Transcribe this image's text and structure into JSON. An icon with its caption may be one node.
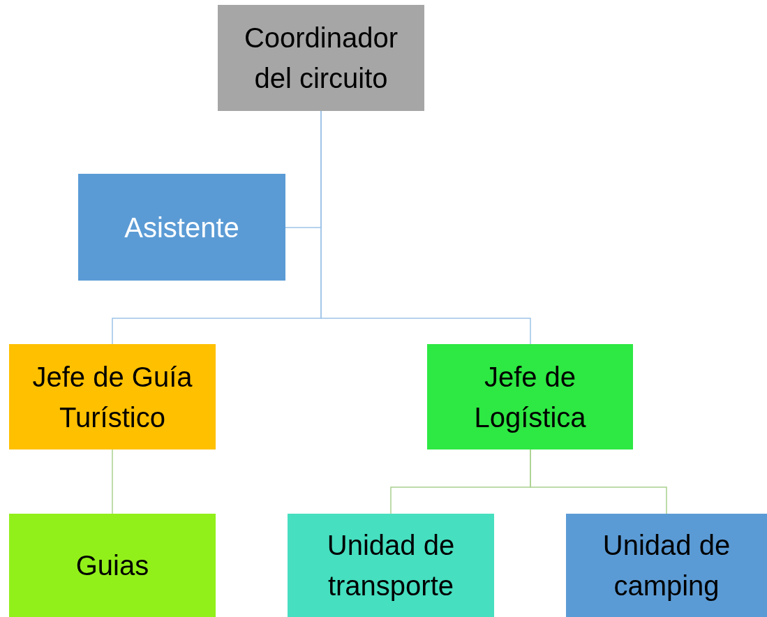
{
  "diagram": {
    "nodes": [
      {
        "text": [
          "Coordinador del circuito"
        ]
      },
      {
        "text": [
          "Asistente"
        ]
      },
      {
        "text": [
          "Jefe de Guía Turístico"
        ]
      },
      {
        "text": [
          "Jefe de Logística"
        ]
      },
      {
        "text": [
          "Guias"
        ]
      },
      {
        "text": [
          "Unidad de transporte"
        ]
      },
      {
        "text": [
          "Unidad de camping"
        ]
      }
    ],
    "edges": [
      {
        "from": 0,
        "to": 1,
        "arrow": "none"
      },
      {
        "from": 0,
        "to": 2,
        "arrow": "none"
      },
      {
        "from": 0,
        "to": 3,
        "arrow": "none"
      },
      {
        "from": 2,
        "to": 4,
        "arrow": "none",
        "color": "#a9d18e"
      },
      {
        "from": 3,
        "to": 5,
        "arrow": "none",
        "color": "#a9d18e"
      },
      {
        "from": 3,
        "to": 6,
        "arrow": "none",
        "color": "#a9d18e"
      }
    ]
  }
}
